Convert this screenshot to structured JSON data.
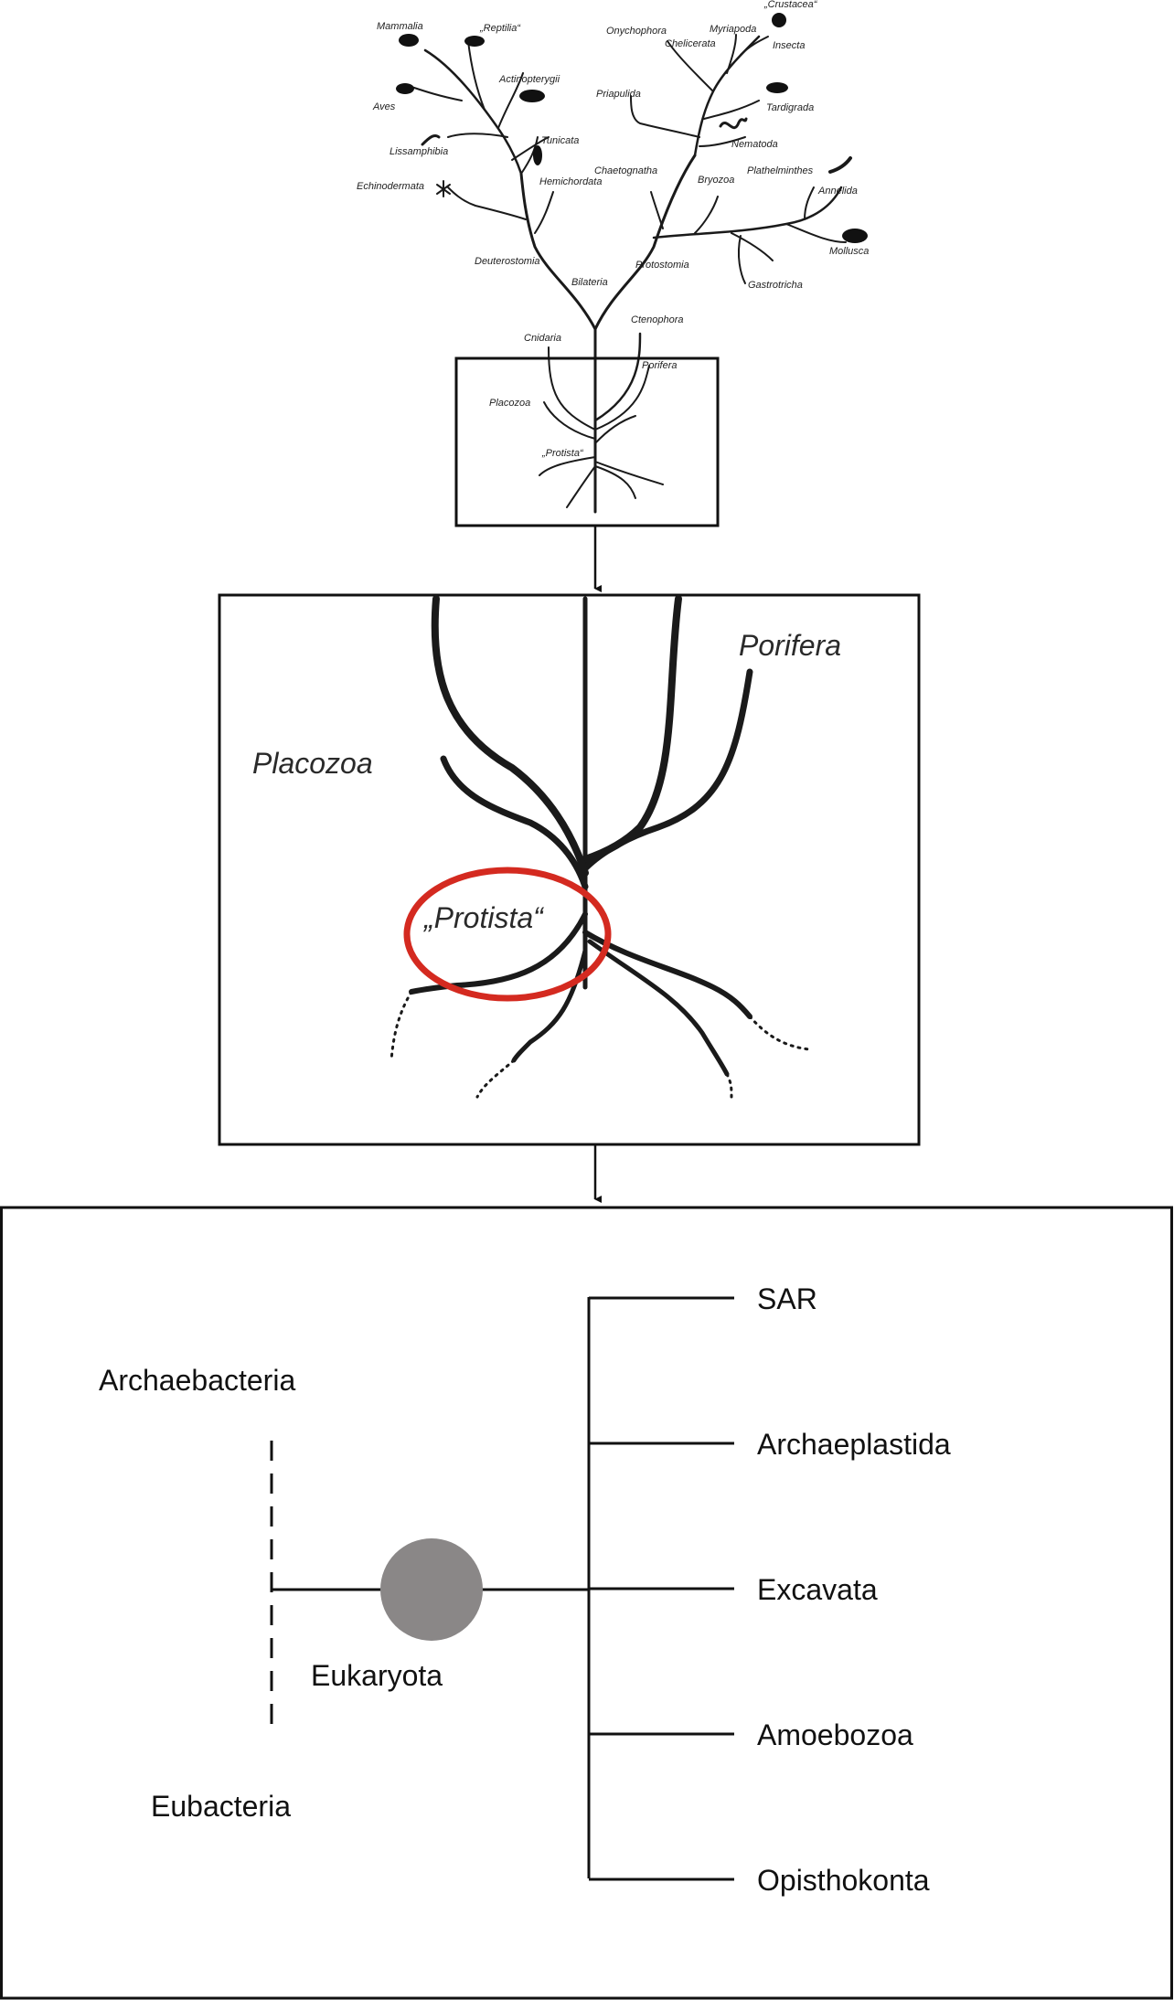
{
  "top_tree": {
    "labels": {
      "mammalia": "Mammalia",
      "reptilia": "„Reptilia“",
      "actinopterygii": "Actinopterygii",
      "aves": "Aves",
      "lissamphibia": "Lissamphibia",
      "tunicata": "Tunicata",
      "echinodermata": "Echinodermata",
      "hemichordata": "Hemichordata",
      "deuterostomia": "Deuterostomia",
      "bilateria": "Bilateria",
      "onychophora": "Onychophora",
      "chelicerata": "Chelicerata",
      "myriapoda": "Myriapoda",
      "crustacea": "„Crustacea“",
      "insecta": "Insecta",
      "priapulida": "Priapulida",
      "tardigrada": "Tardigrada",
      "nematoda": "Nematoda",
      "chaetognatha": "Chaetognatha",
      "bryozoa": "Bryozoa",
      "plathelminthes": "Plathelminthes",
      "annelida": "Annelida",
      "mollusca": "Mollusca",
      "protostomia": "Protostomia",
      "gastrotricha": "Gastrotricha",
      "ctenophora": "Ctenophora",
      "cnidaria": "Cnidaria",
      "porifera": "Porifera",
      "placozoa": "Placozoa",
      "protista": "„Protista“"
    }
  },
  "magnified": {
    "porifera": "Porifera",
    "placozoa": "Placozoa",
    "protista": "„Protista“",
    "highlight_color": "#d42a20"
  },
  "eukaryote_tree": {
    "archaebacteria": "Archaebacteria",
    "eubacteria": "Eubacteria",
    "eukaryota": "Eukaryota",
    "node_color": "#8a8787",
    "clades": [
      "SAR",
      "Archaeplastida",
      "Excavata",
      "Amoebozoa",
      "Opisthokonta"
    ]
  }
}
